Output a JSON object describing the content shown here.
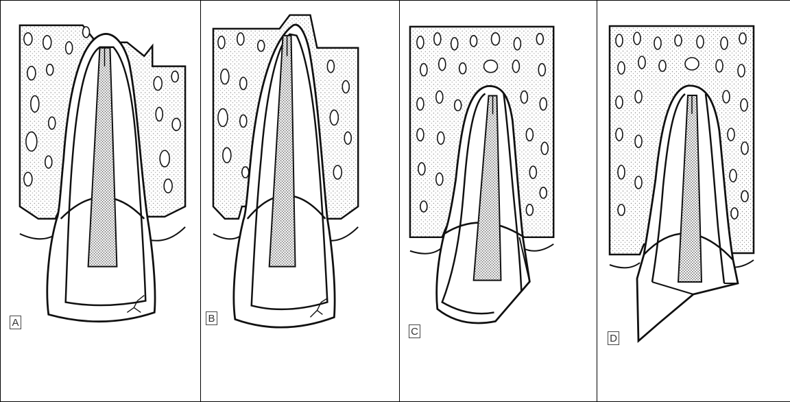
{
  "panels": [
    {
      "label": "A"
    },
    {
      "label": "B"
    },
    {
      "label": "C"
    },
    {
      "label": "D"
    }
  ],
  "colors": {
    "line": "#111111",
    "bone_dot": "#8a8a8a",
    "canal_dot": "#555555",
    "border": "#000000"
  }
}
